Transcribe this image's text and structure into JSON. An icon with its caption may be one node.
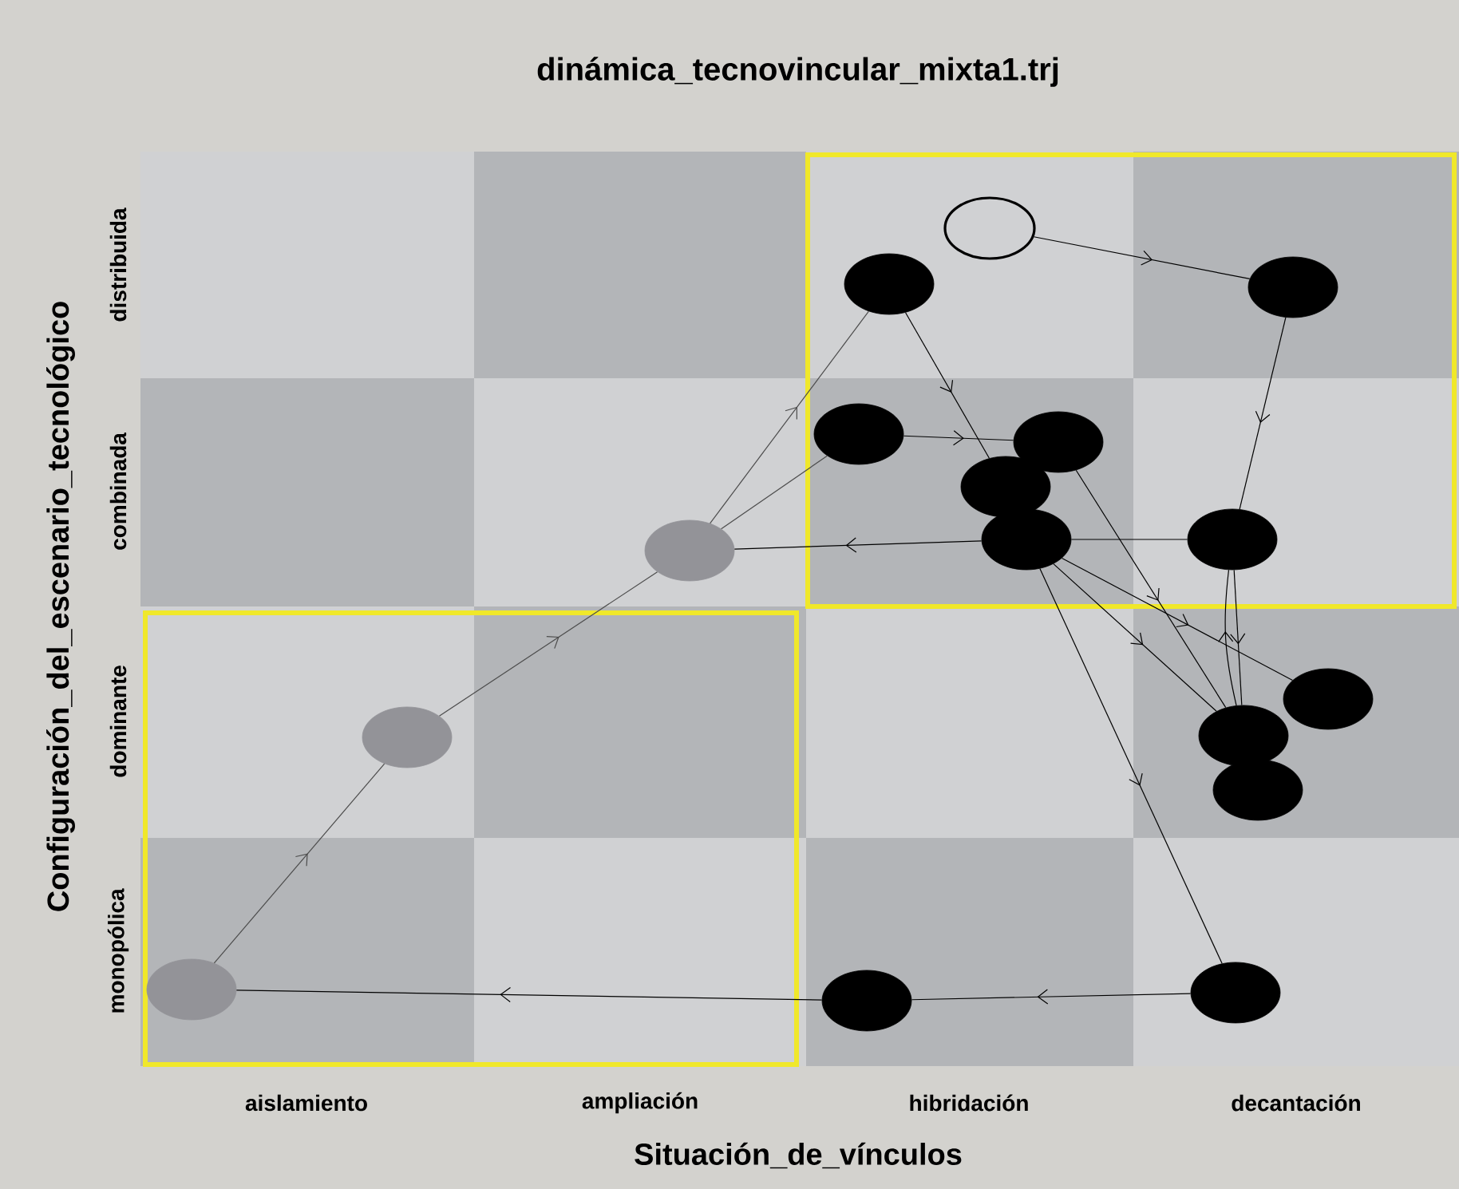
{
  "diagram": {
    "title": "dinámica_tecnovincular_mixta1.trj",
    "nodes": [
      {
        "text": [],
        "shape": "circle"
      },
      {
        "text": [],
        "shape": "circle"
      },
      {
        "text": [],
        "shape": "circle"
      },
      {
        "text": [],
        "shape": "circle"
      },
      {
        "text": [],
        "shape": "circle"
      },
      {
        "text": [],
        "shape": "circle"
      },
      {
        "text": [],
        "shape": "circle"
      },
      {
        "text": [],
        "shape": "circle"
      },
      {
        "text": [],
        "shape": "circle"
      },
      {
        "text": [],
        "shape": "circle"
      },
      {
        "text": [],
        "shape": "circle"
      },
      {
        "text": [],
        "shape": "circle"
      },
      {
        "text": [],
        "shape": "circle"
      },
      {
        "text": [],
        "shape": "circle"
      },
      {
        "text": [],
        "shape": "circle"
      },
      {
        "text": [],
        "shape": "circle"
      }
    ],
    "edges": [
      {
        "from": 0,
        "to": 2,
        "arrow": "to"
      },
      {
        "from": 2,
        "to": 7,
        "arrow": "to"
      },
      {
        "from": 7,
        "to": 6,
        "arrow": "none"
      },
      {
        "from": 6,
        "to": 15,
        "arrow": "to"
      },
      {
        "from": 13,
        "to": 14,
        "arrow": "to"
      },
      {
        "from": 14,
        "to": 15,
        "arrow": "to"
      },
      {
        "from": 15,
        "to": 1,
        "arrow": "to"
      },
      {
        "from": 15,
        "to": 3,
        "arrow": "none"
      },
      {
        "from": 3,
        "to": 4,
        "arrow": "to"
      },
      {
        "from": 1,
        "to": 5,
        "arrow": "to"
      },
      {
        "from": 4,
        "to": 9,
        "arrow": "to"
      },
      {
        "from": 6,
        "to": 8,
        "arrow": "to"
      },
      {
        "from": 6,
        "to": 9,
        "arrow": "to"
      },
      {
        "from": 7,
        "to": 9,
        "arrow": "to"
      },
      {
        "from": 9,
        "to": 7,
        "arrow": "to"
      },
      {
        "from": 6,
        "to": 11,
        "arrow": "to"
      },
      {
        "from": 11,
        "to": 12,
        "arrow": "to"
      },
      {
        "from": 12,
        "to": 13,
        "arrow": "to"
      }
    ],
    "labels": [
      "Configuración_del_escenario_tecnológico",
      "distribuida",
      "combinada",
      "dominante",
      "monopólica",
      "aislamiento",
      "ampliación",
      "hibridación",
      "decantación",
      "Situación_de_vínculos"
    ]
  }
}
